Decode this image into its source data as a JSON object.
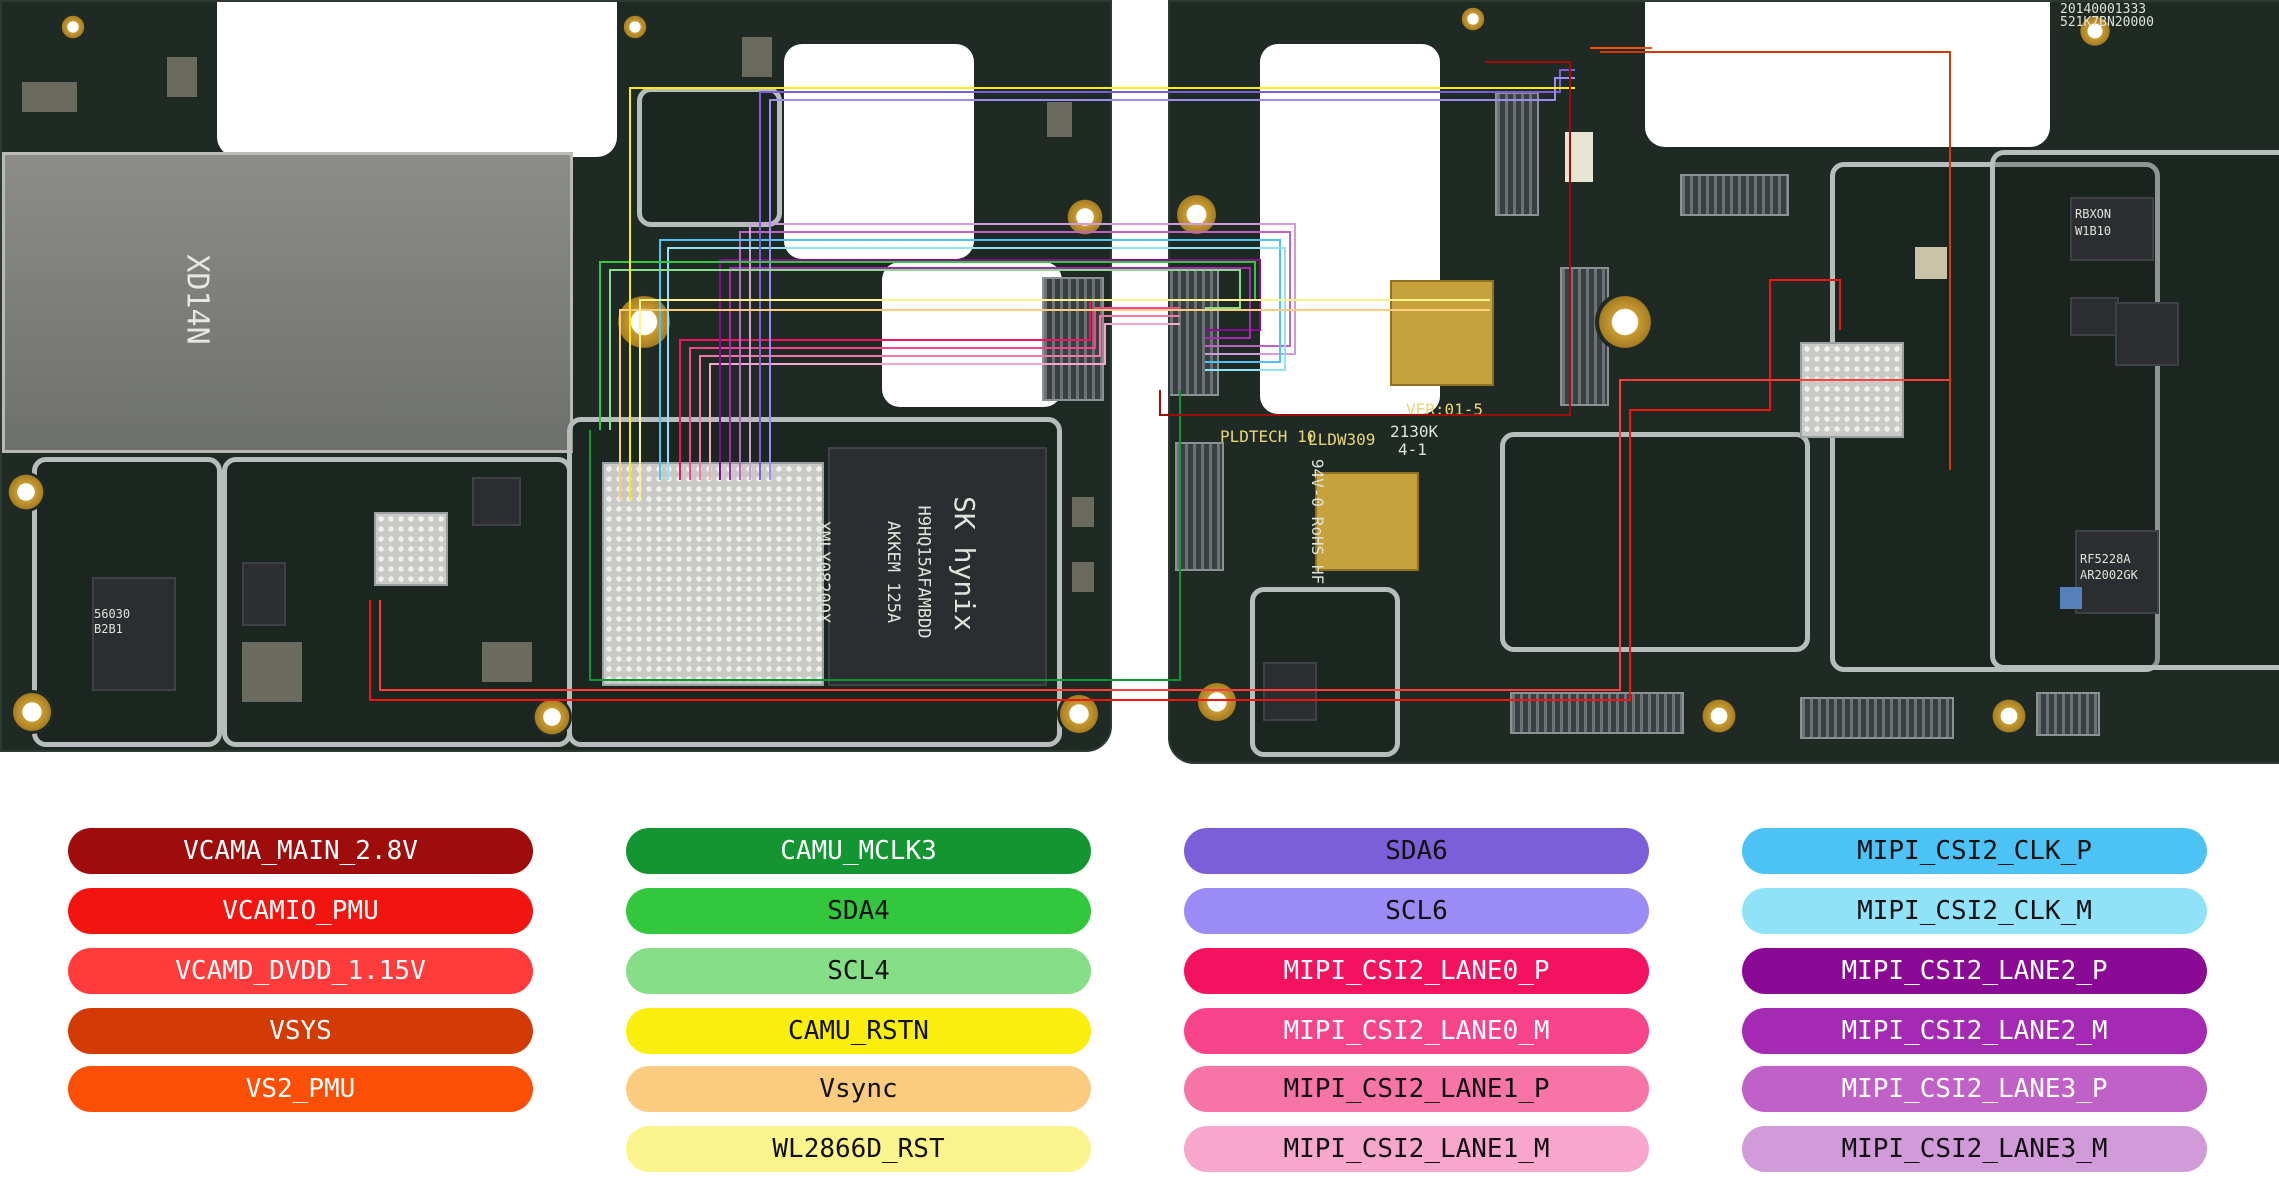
{
  "board": {
    "silkscreen": {
      "sim_label": "XD14N",
      "ver_label": "VER:01-5",
      "date_code": "2130K",
      "sub_code": "4-1",
      "pcb_code": "LLDW309",
      "vendor_code": "PLDTECH 10",
      "rohs_label": "94V-0 RoHS HF",
      "qr_text_1": "20140001333",
      "qr_text_2": "521K7BN20000",
      "memory_brand": "SK hynix",
      "memory_part": "H9HQ15AFAMBDD",
      "memory_line2": "AKKEM  125A",
      "memory_line3": "XMLY0820QX",
      "chip_label_1": "56030",
      "chip_label_2": "B2B1",
      "chip_label_3": "RF5228A",
      "chip_label_4": "AR2002GK",
      "chip_label_5": "RBXON",
      "chip_label_6": "W1B10"
    }
  },
  "legend": {
    "col1": [
      {
        "label": "VCAMA_MAIN_2.8V",
        "color": "#9e0c0c",
        "text_color": "light"
      },
      {
        "label": "VCAMIO_PMU",
        "color": "#f2140f",
        "text_color": "light"
      },
      {
        "label": "VCAMD_DVDD_1.15V",
        "color": "#ff3b3b",
        "text_color": "light"
      },
      {
        "label": "VSYS",
        "color": "#d23a06",
        "text_color": "light"
      },
      {
        "label": "VS2_PMU",
        "color": "#fb4f08",
        "text_color": "light"
      }
    ],
    "col2": [
      {
        "label": "CAMU_MCLK3",
        "color": "#139632",
        "text_color": "light"
      },
      {
        "label": "SDA4",
        "color": "#33c73d",
        "text_color": "dark"
      },
      {
        "label": "SCL4",
        "color": "#86de86",
        "text_color": "dark"
      },
      {
        "label": "CAMU_RSTN",
        "color": "#f9ee0d",
        "text_color": "dark"
      },
      {
        "label": "Vsync",
        "color": "#fbcb7f",
        "text_color": "dark"
      },
      {
        "label": "WL2866D_RST",
        "color": "#fbf48c",
        "text_color": "dark"
      }
    ],
    "col3": [
      {
        "label": "SDA6",
        "color": "#7a5fd8",
        "text_color": "dark"
      },
      {
        "label": "SCL6",
        "color": "#9b8bf4",
        "text_color": "dark"
      },
      {
        "label": "MIPI_CSI2_LANE0_P",
        "color": "#f2125f",
        "text_color": "light"
      },
      {
        "label": "MIPI_CSI2_LANE0_M",
        "color": "#f7438a",
        "text_color": "light"
      },
      {
        "label": "MIPI_CSI2_LANE1_P",
        "color": "#f675a6",
        "text_color": "dark"
      },
      {
        "label": "MIPI_CSI2_LANE1_M",
        "color": "#f8a7cc",
        "text_color": "dark"
      }
    ],
    "col4": [
      {
        "label": "MIPI_CSI2_CLK_P",
        "color": "#4dc2f5",
        "text_color": "dark"
      },
      {
        "label": "MIPI_CSI2_CLK_M",
        "color": "#8fe2f7",
        "text_color": "dark"
      },
      {
        "label": "MIPI_CSI2_LANE2_P",
        "color": "#8a0a96",
        "text_color": "light"
      },
      {
        "label": "MIPI_CSI2_LANE2_M",
        "color": "#a52ab3",
        "text_color": "light"
      },
      {
        "label": "MIPI_CSI2_LANE3_P",
        "color": "#c061c7",
        "text_color": "light"
      },
      {
        "label": "MIPI_CSI2_LANE3_M",
        "color": "#d19ad9",
        "text_color": "dark"
      }
    ]
  }
}
